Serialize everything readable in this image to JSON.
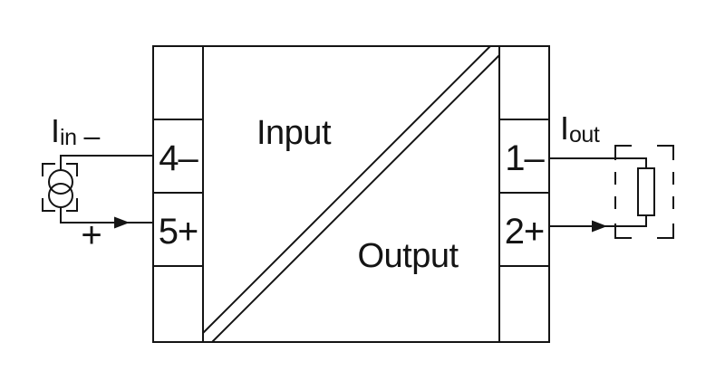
{
  "colors": {
    "line": "#141414",
    "background": "#ffffff"
  },
  "module": {
    "input_label": "Input",
    "output_label": "Output",
    "left_terminals": [
      {
        "label": "4–"
      },
      {
        "label": "5+"
      }
    ],
    "right_terminals": [
      {
        "label": "1–"
      },
      {
        "label": "2+"
      }
    ]
  },
  "input_side": {
    "current_symbol": "I",
    "current_subscript": "in",
    "polarity_minus": "–",
    "polarity_plus": "+"
  },
  "output_side": {
    "current_symbol": "I",
    "current_subscript": "out"
  }
}
